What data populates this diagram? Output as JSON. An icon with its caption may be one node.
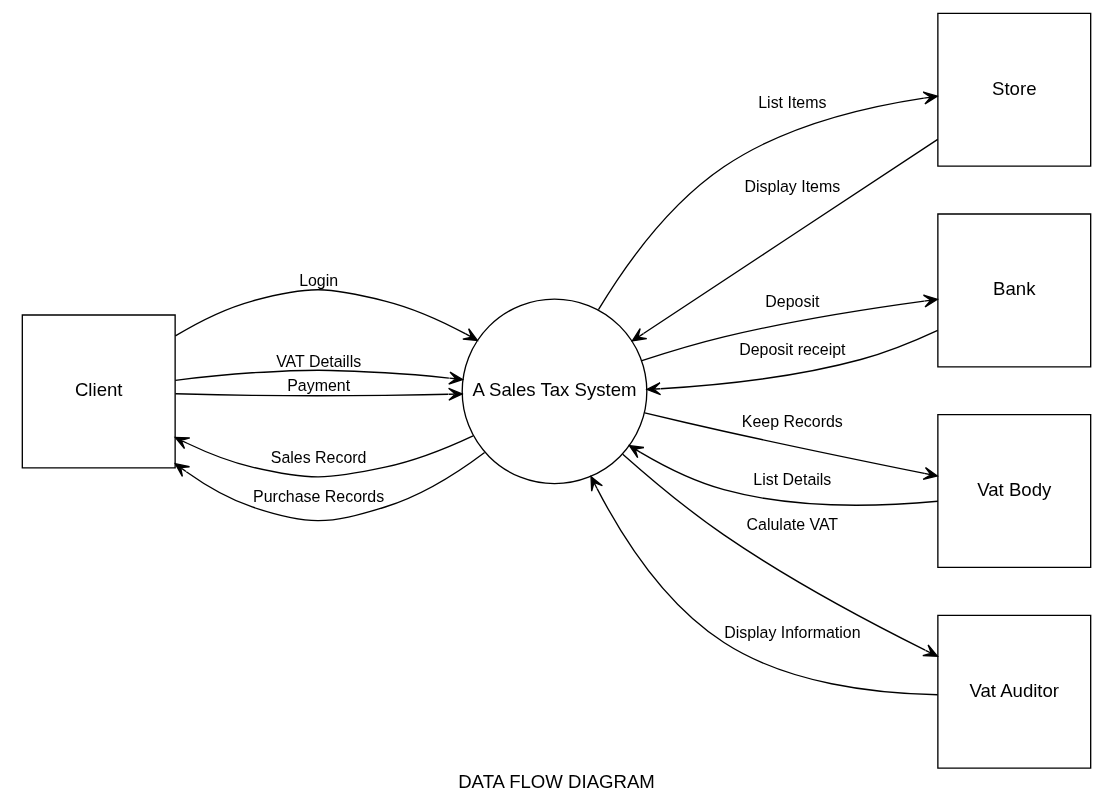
{
  "diagram": {
    "caption": "DATA FLOW DIAGRAM",
    "nodes": [
      {
        "text": [
          "Client"
        ]
      },
      {
        "text": [
          "Store"
        ]
      },
      {
        "text": [
          "A Sales Tax System"
        ]
      },
      {
        "text": [
          "Bank"
        ]
      },
      {
        "text": [
          "Vat Body"
        ]
      },
      {
        "text": [
          "Vat Auditor"
        ]
      }
    ],
    "edges": [
      {
        "from": 2,
        "to": 0,
        "arrow": "to",
        "label": "Sales Record"
      },
      {
        "from": 0,
        "to": 2,
        "arrow": "to",
        "label": "Login"
      },
      {
        "from": 0,
        "to": 2,
        "arrow": "to",
        "label": "VAT Detaills"
      },
      {
        "from": 0,
        "to": 2,
        "arrow": "to",
        "label": "Payment"
      },
      {
        "from": 2,
        "to": 0,
        "arrow": "to",
        "label": "Purchase Records"
      },
      {
        "from": 1,
        "to": 2,
        "arrow": "to",
        "label": "Display Items"
      },
      {
        "from": 2,
        "to": 1,
        "arrow": "to",
        "label": "List Items"
      },
      {
        "from": 2,
        "to": 3,
        "arrow": "to",
        "label": "Deposit"
      },
      {
        "from": 3,
        "to": 2,
        "arrow": "to",
        "label": "Deposit receipt"
      },
      {
        "from": 2,
        "to": 4,
        "arrow": "to",
        "label": "Keep Records"
      },
      {
        "from": 4,
        "to": 2,
        "arrow": "to",
        "label": "List Details"
      },
      {
        "from": 2,
        "to": 5,
        "arrow": "to",
        "label": "Calulate VAT"
      },
      {
        "from": 5,
        "to": 2,
        "arrow": "to",
        "label": "Display Information"
      }
    ]
  }
}
